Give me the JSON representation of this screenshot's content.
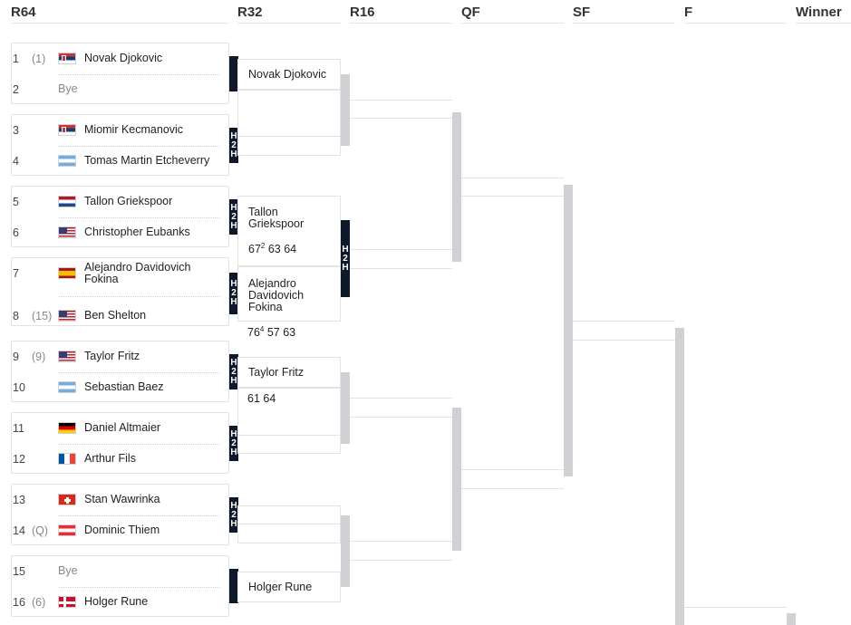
{
  "rounds": [
    {
      "label": "R64"
    },
    {
      "label": "R32"
    },
    {
      "label": "R16"
    },
    {
      "label": "QF"
    },
    {
      "label": "SF"
    },
    {
      "label": "F"
    },
    {
      "label": "Winner"
    }
  ],
  "h2h_label": [
    "H",
    "2",
    "H"
  ],
  "r64": [
    {
      "num": "1",
      "seed": "(1)",
      "flag": "serbia",
      "name": "Novak Djokovic"
    },
    {
      "num": "2",
      "seed": "",
      "flag": "",
      "name": "Bye"
    },
    {
      "num": "3",
      "seed": "",
      "flag": "serbia",
      "name": "Miomir Kecmanovic"
    },
    {
      "num": "4",
      "seed": "",
      "flag": "argentina",
      "name": "Tomas Martin Etcheverry"
    },
    {
      "num": "5",
      "seed": "",
      "flag": "netherlands",
      "name": "Tallon Griekspoor"
    },
    {
      "num": "6",
      "seed": "",
      "flag": "usa",
      "name": "Christopher Eubanks"
    },
    {
      "num": "7",
      "seed": "",
      "flag": "spain",
      "name": "Alejandro Davidovich Fokina"
    },
    {
      "num": "8",
      "seed": "(15)",
      "flag": "usa",
      "name": "Ben Shelton"
    },
    {
      "num": "9",
      "seed": "(9)",
      "flag": "usa",
      "name": "Taylor Fritz"
    },
    {
      "num": "10",
      "seed": "",
      "flag": "argentina",
      "name": "Sebastian Baez"
    },
    {
      "num": "11",
      "seed": "",
      "flag": "germany",
      "name": "Daniel Altmaier"
    },
    {
      "num": "12",
      "seed": "",
      "flag": "france",
      "name": "Arthur Fils"
    },
    {
      "num": "13",
      "seed": "",
      "flag": "switzerland",
      "name": "Stan Wawrinka"
    },
    {
      "num": "14",
      "seed": "(Q)",
      "flag": "austria",
      "name": "Dominic Thiem"
    },
    {
      "num": "15",
      "seed": "",
      "flag": "",
      "name": "Bye"
    },
    {
      "num": "16",
      "seed": "(6)",
      "flag": "denmark",
      "name": "Holger Rune"
    }
  ],
  "r32": {
    "m1": {
      "name": "Novak Djokovic"
    },
    "m3_top": {
      "name": "Tallon Griekspoor",
      "score_html": "67<sup>2</sup> 63 64"
    },
    "m4_top": {
      "name": "Alejandro Davidovich Fokina",
      "score_html": "76<sup>4</sup> 57 63"
    },
    "m5": {
      "name": "Taylor Fritz",
      "score": "61 64"
    },
    "m8": {
      "name": "Holger Rune"
    }
  },
  "colors": {
    "h2h_bg": "#0e1a2b",
    "connector": "#cfd1d4",
    "border": "#e3e3e3"
  }
}
